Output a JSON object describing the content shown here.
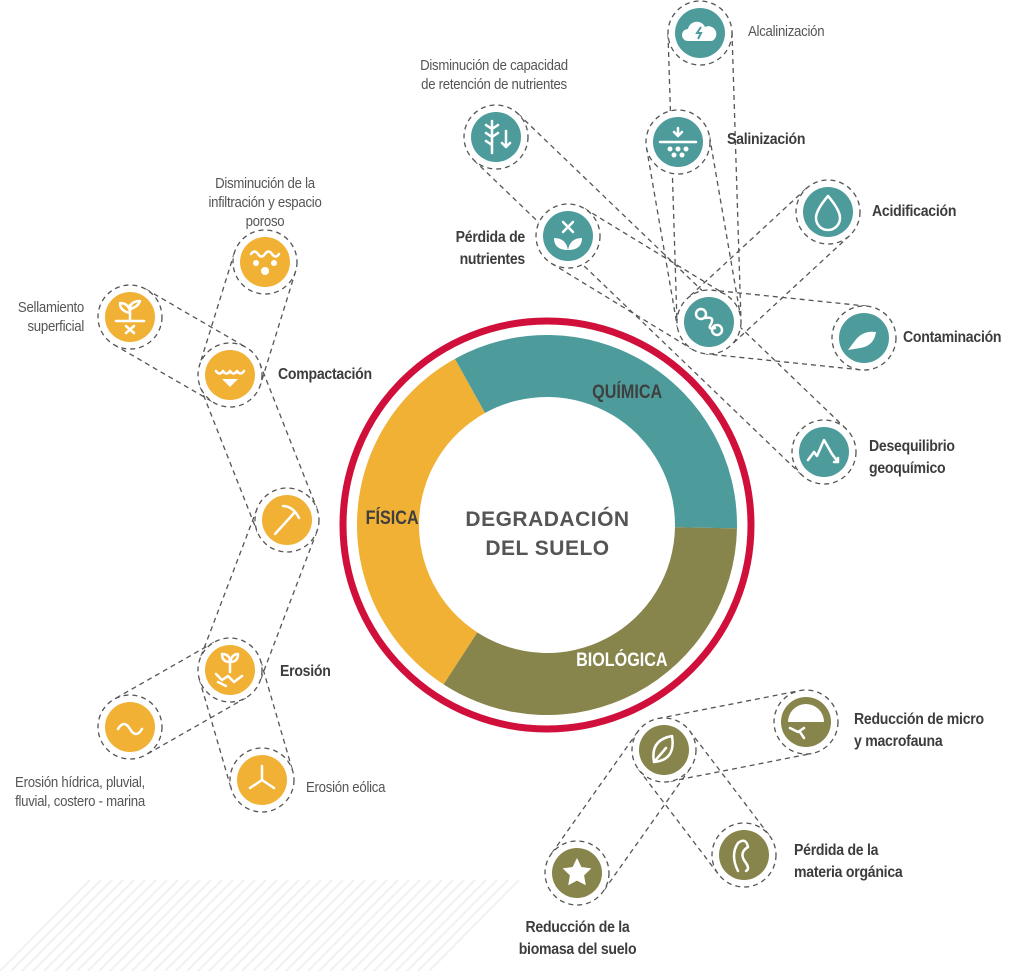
{
  "center": {
    "line1": "DEGRADACIÓN",
    "line2": "DEL SUELO"
  },
  "colors": {
    "fisica": "#F0B134",
    "quimica": "#4E9B9B",
    "biologica": "#87854B",
    "ring": "#D0103A",
    "dash": "#555555"
  },
  "segments": {
    "fisica": "FÍSICA",
    "quimica": "QUÍMICA",
    "biologica": "BIOLÓGICA"
  },
  "nodes": {
    "infiltracion": {
      "icon": "water-pores-icon",
      "label": [
        "Disminución de la",
        "infiltración y espacio poroso"
      ]
    },
    "sellamiento": {
      "icon": "sealed-plant-icon",
      "label": [
        "Sellamiento",
        "superficial"
      ]
    },
    "compactacion": {
      "icon": "compacted-water-icon",
      "label": [
        "Compactación"
      ]
    },
    "fisica_hub": {
      "icon": "pickaxe-icon",
      "label": []
    },
    "erosion": {
      "icon": "eroded-plant-icon",
      "label": [
        "Erosión"
      ]
    },
    "hidrica": {
      "icon": "wave-icon",
      "label": [
        "Erosión hídrica, pluvial,",
        "fluvial, costero - marina"
      ]
    },
    "eolica": {
      "icon": "wind-turbine-icon",
      "label": [
        "Erosión eólica"
      ]
    },
    "alcalinizacion": {
      "icon": "cloud-lightning-icon",
      "label": [
        "Alcalinización"
      ]
    },
    "salinizacion": {
      "icon": "salt-layer-icon",
      "label": [
        "Salinización"
      ]
    },
    "retencion": {
      "icon": "wheat-down-icon",
      "label": [
        "Disminución de capacidad",
        "de retención de nutrientes"
      ]
    },
    "perdida_nutrientes": {
      "icon": "sprout-x-icon",
      "label": [
        "Pérdida de",
        "nutrientes"
      ]
    },
    "acidificacion": {
      "icon": "drop-icon",
      "label": [
        "Acidificación"
      ]
    },
    "quimica_hub": {
      "icon": "chain-icon",
      "label": []
    },
    "contaminacion": {
      "icon": "fish-icon",
      "label": [
        "Contaminación"
      ]
    },
    "desequilibrio": {
      "icon": "mountain-chart-icon",
      "label": [
        "Desequilibrio",
        "geoquímico"
      ]
    },
    "biologica_hub": {
      "icon": "leaf-icon",
      "label": []
    },
    "micro": {
      "icon": "soil-roots-icon",
      "label": [
        "Reducción de micro",
        "y macrofauna"
      ]
    },
    "materia": {
      "icon": "worm-icon",
      "label": [
        "Pérdida de la",
        "materia orgánica"
      ]
    },
    "biomasa": {
      "icon": "star-icon",
      "label": [
        "Reducción de la",
        "biomasa del suelo"
      ]
    }
  }
}
